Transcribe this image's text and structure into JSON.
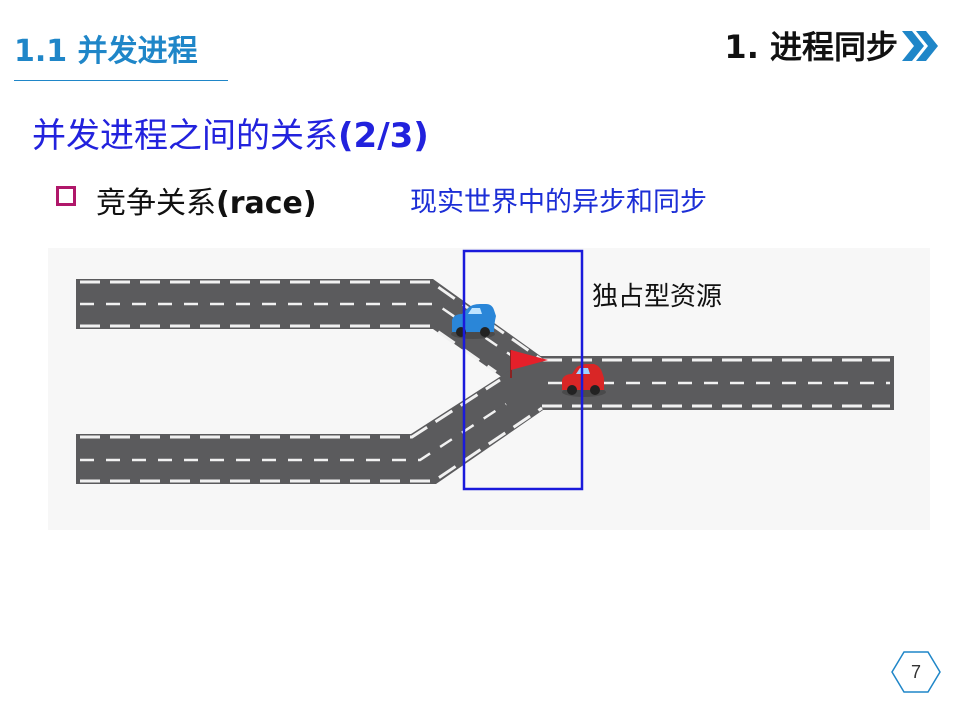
{
  "header": {
    "section_title": "1.1 并发进程",
    "chapter_title": "1. 进程同步",
    "chevron_icon": "double-chevron-right-icon",
    "accent_color": "#1f86c8"
  },
  "main": {
    "heading_text": "并发进程之间的关系",
    "heading_suffix": "(2/3)",
    "bullet": {
      "text": "竞争关系",
      "suffix": "(race)",
      "icon": "checkbox-square-icon"
    },
    "side_note": "现实世界中的异步和同步",
    "diagram": {
      "label": "独占型资源",
      "highlight_color": "#1a1adb",
      "flag_color": "#e5202a"
    }
  },
  "footer": {
    "page_number": "7"
  }
}
